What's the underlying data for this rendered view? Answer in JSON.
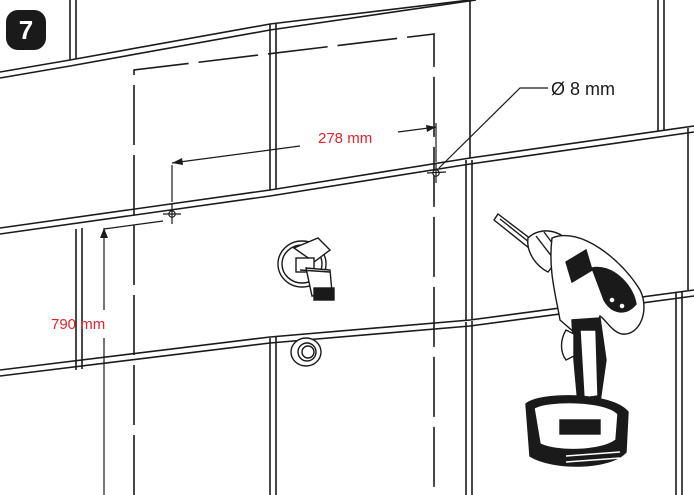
{
  "step": {
    "number": "7"
  },
  "dimensions": {
    "horizontal_spacing": "278 mm",
    "height_from_floor": "790 mm",
    "drill_diameter": "Ø 8 mm"
  },
  "colors": {
    "dimension_red": "#e2232a",
    "line_dark": "#1a1a1a",
    "badge_bg": "#1a1a1a",
    "background": "#ffffff"
  },
  "icons": [
    "angle-valve-icon",
    "drill-icon",
    "pipe-outlet-icon"
  ]
}
